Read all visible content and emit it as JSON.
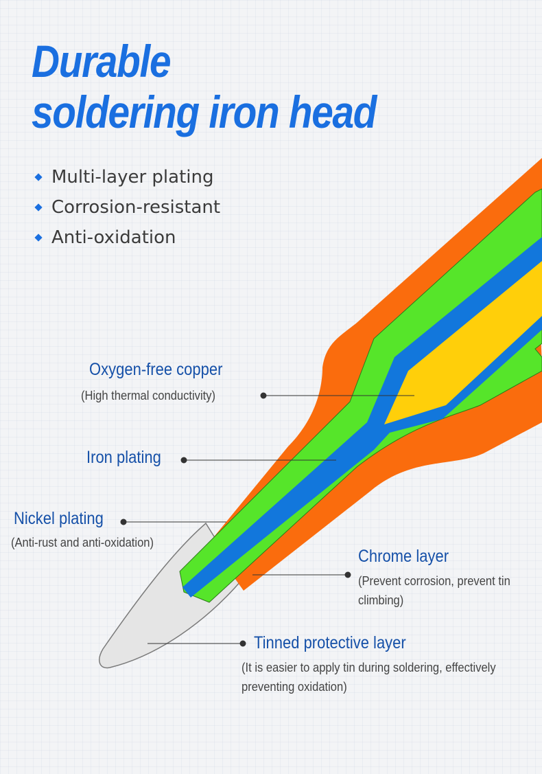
{
  "title": {
    "line1": "Durable",
    "line2": "soldering iron head"
  },
  "features": [
    "Multi-layer plating",
    "Corrosion-resistant",
    "Anti-oxidation"
  ],
  "colors": {
    "accent": "#1a6fe0",
    "label": "#1550a8",
    "copper": "#ffcf0a",
    "iron": "#1277dc",
    "nickel": "#56e52a",
    "chrome": "#fa6c0d",
    "tin": "#e5e5e5"
  },
  "labels": {
    "copper": {
      "title": "Oxygen-free copper",
      "sub": "(High thermal conductivity)"
    },
    "iron": {
      "title": "Iron plating"
    },
    "nickel": {
      "title": "Nickel plating",
      "sub": "(Anti-rust and anti-oxidation)"
    },
    "chrome": {
      "title": "Chrome layer",
      "sub": "(Prevent corrosion, prevent tin climbing)"
    },
    "tin": {
      "title": "Tinned protective layer",
      "sub": "(It is easier to apply tin during soldering, effectively preventing oxidation)"
    }
  }
}
